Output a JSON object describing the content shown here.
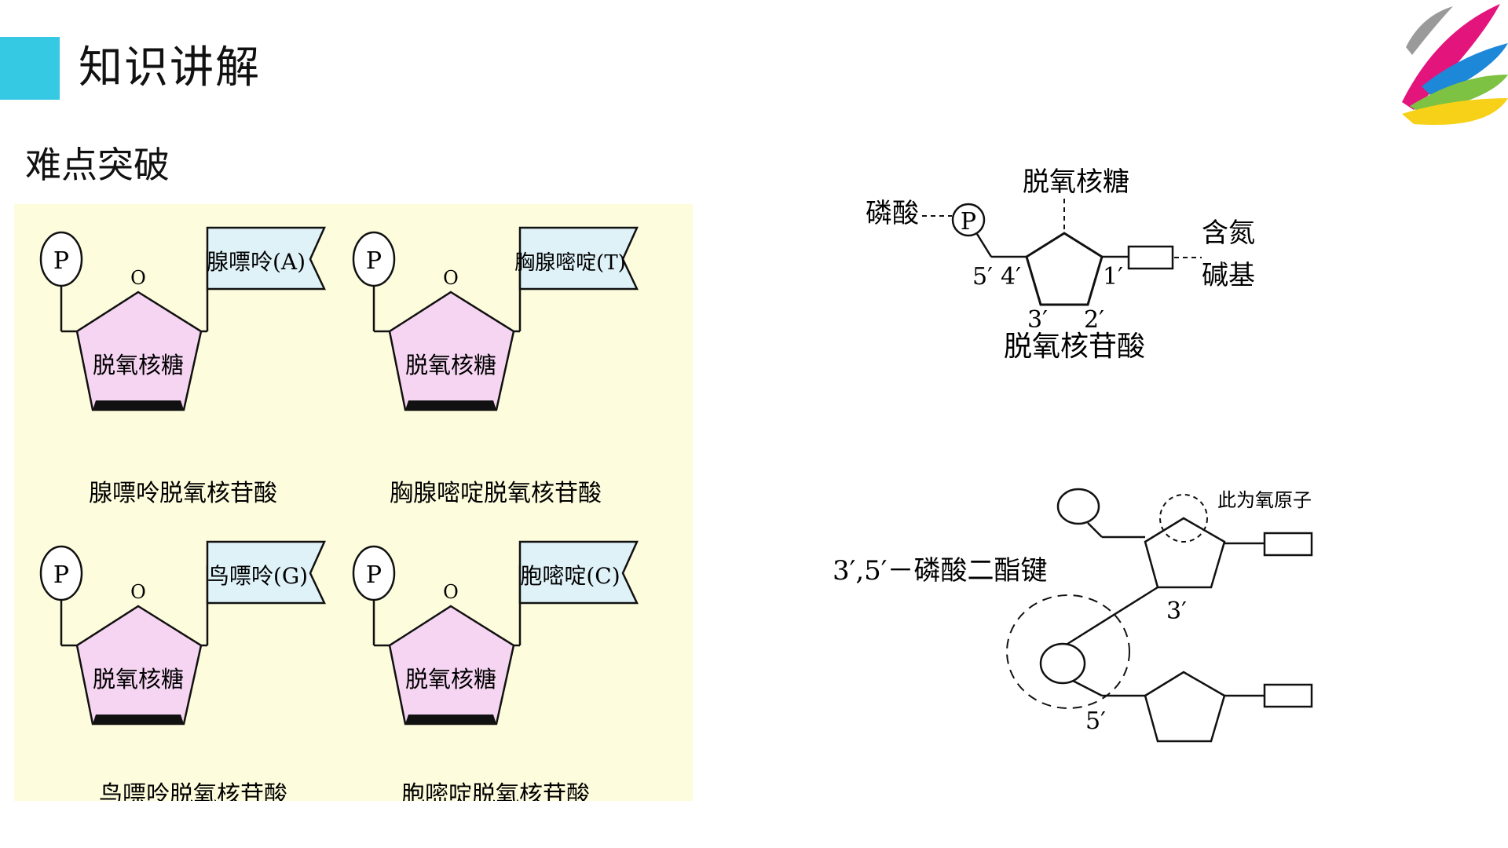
{
  "header": {
    "title": "知识讲解",
    "accent_color": "#35c9e3"
  },
  "section": {
    "title": "难点突破"
  },
  "nucleotide_panel": {
    "background": "#fdfcdd",
    "phosphate_symbol": "P",
    "oxygen_symbol": "O",
    "sugar_label": "脱氧核糖",
    "sugar_fill": "#f6d5f2",
    "flag_fill": "#dff2f8",
    "cards": [
      {
        "base_label": "腺嘌呤(A)",
        "caption": "腺嘌呤脱氧核苷酸"
      },
      {
        "base_label": "胸腺嘧啶(T)",
        "caption": "胸腺嘧啶脱氧核苷酸"
      },
      {
        "base_label": "鸟嘌呤(G)",
        "caption": "鸟嘌呤脱氧核苷酸"
      },
      {
        "base_label": "胞嘧啶(C)",
        "caption": "胞嘧啶脱氧核苷酸"
      }
    ]
  },
  "structure_diagram": {
    "phosphate_label": "磷酸",
    "phosphate_symbol": "P",
    "sugar_label": "脱氧核糖",
    "base_label_line1": "含氮",
    "base_label_line2": "碱基",
    "carbon_5": "5′",
    "carbon_4": "4′",
    "carbon_3": "3′",
    "carbon_2": "2′",
    "carbon_1": "1′",
    "caption": "脱氧核苷酸"
  },
  "bond_diagram": {
    "oxygen_note": "此为氧原子",
    "bond_label": "3′,5′－磷酸二酯键",
    "label_3prime": "3′",
    "label_5prime": "5′"
  },
  "logo": {
    "colors": [
      "#9a9a9a",
      "#e4147d",
      "#1e88d8",
      "#7dc242",
      "#f7d117"
    ]
  }
}
